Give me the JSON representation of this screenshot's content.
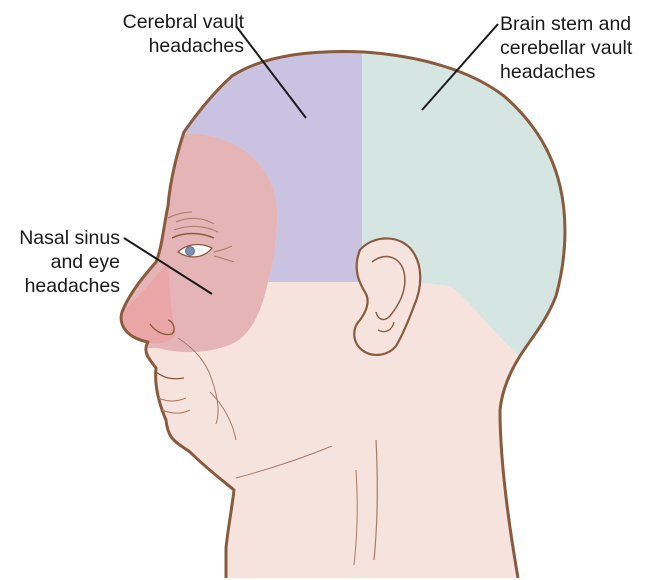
{
  "labels": {
    "cerebral_vault": [
      "Cerebral vault",
      "headaches"
    ],
    "brain_stem": [
      "Brain stem and",
      "cerebellar vault",
      "headaches"
    ],
    "nasal_sinus": [
      "Nasal sinus",
      "and eye",
      "headaches"
    ]
  },
  "colors": {
    "skin": "#f6e3dd",
    "outline": "#8a5a3c",
    "cerebral_region": "#c9c2e0",
    "brainstem_region": "#d5e6e2",
    "sinus_region": "#e3aeb2",
    "nose": "#eaa5a6",
    "leader_line": "#1a1a1a"
  }
}
